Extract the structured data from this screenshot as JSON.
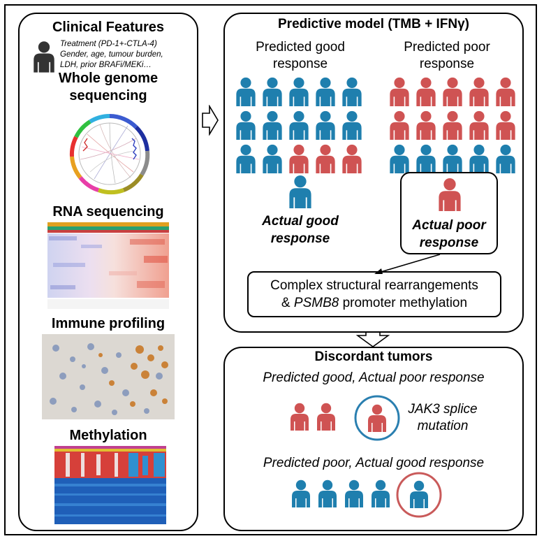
{
  "left_panel": {
    "clinical_title": "Clinical Features",
    "clinical_details": [
      "Treatment (PD-1+-CTLA-4)",
      "Gender, age, tumour burden,",
      "LDH, prior BRAFi/MEKi…"
    ],
    "wgs_title": [
      "Whole genome",
      "sequencing"
    ],
    "rna_title": "RNA sequencing",
    "immune_title": "Immune profiling",
    "methylation_title": "Methylation"
  },
  "model_panel": {
    "title": "Predictive model (TMB + IFNγ)",
    "good_label": [
      "Predicted good",
      "response"
    ],
    "poor_label": [
      "Predicted poor",
      "response"
    ],
    "actual_good": [
      "Actual good",
      "response"
    ],
    "actual_poor": [
      "Actual poor",
      "response"
    ],
    "mechanism_line1": "Complex structural rearrangements",
    "mechanism_amp": "&",
    "mechanism_gene": "PSMB8",
    "mechanism_rest": "promoter methylation"
  },
  "discordant_panel": {
    "title": "Discordant tumors",
    "case1_label": "Predicted good, Actual poor response",
    "case1_note": [
      "JAK3 splice",
      "mutation"
    ],
    "case2_label": "Predicted poor, Actual good response"
  },
  "colors": {
    "blue": "#1f7fae",
    "red": "#cf5353",
    "circle_blue": "#2a7fb0",
    "circle_red": "#c95a5a"
  },
  "icons": [
    "person-icon",
    "circos-plot",
    "heatmap",
    "ihc-image",
    "arrow-right-icon",
    "arrow-down-icon"
  ]
}
